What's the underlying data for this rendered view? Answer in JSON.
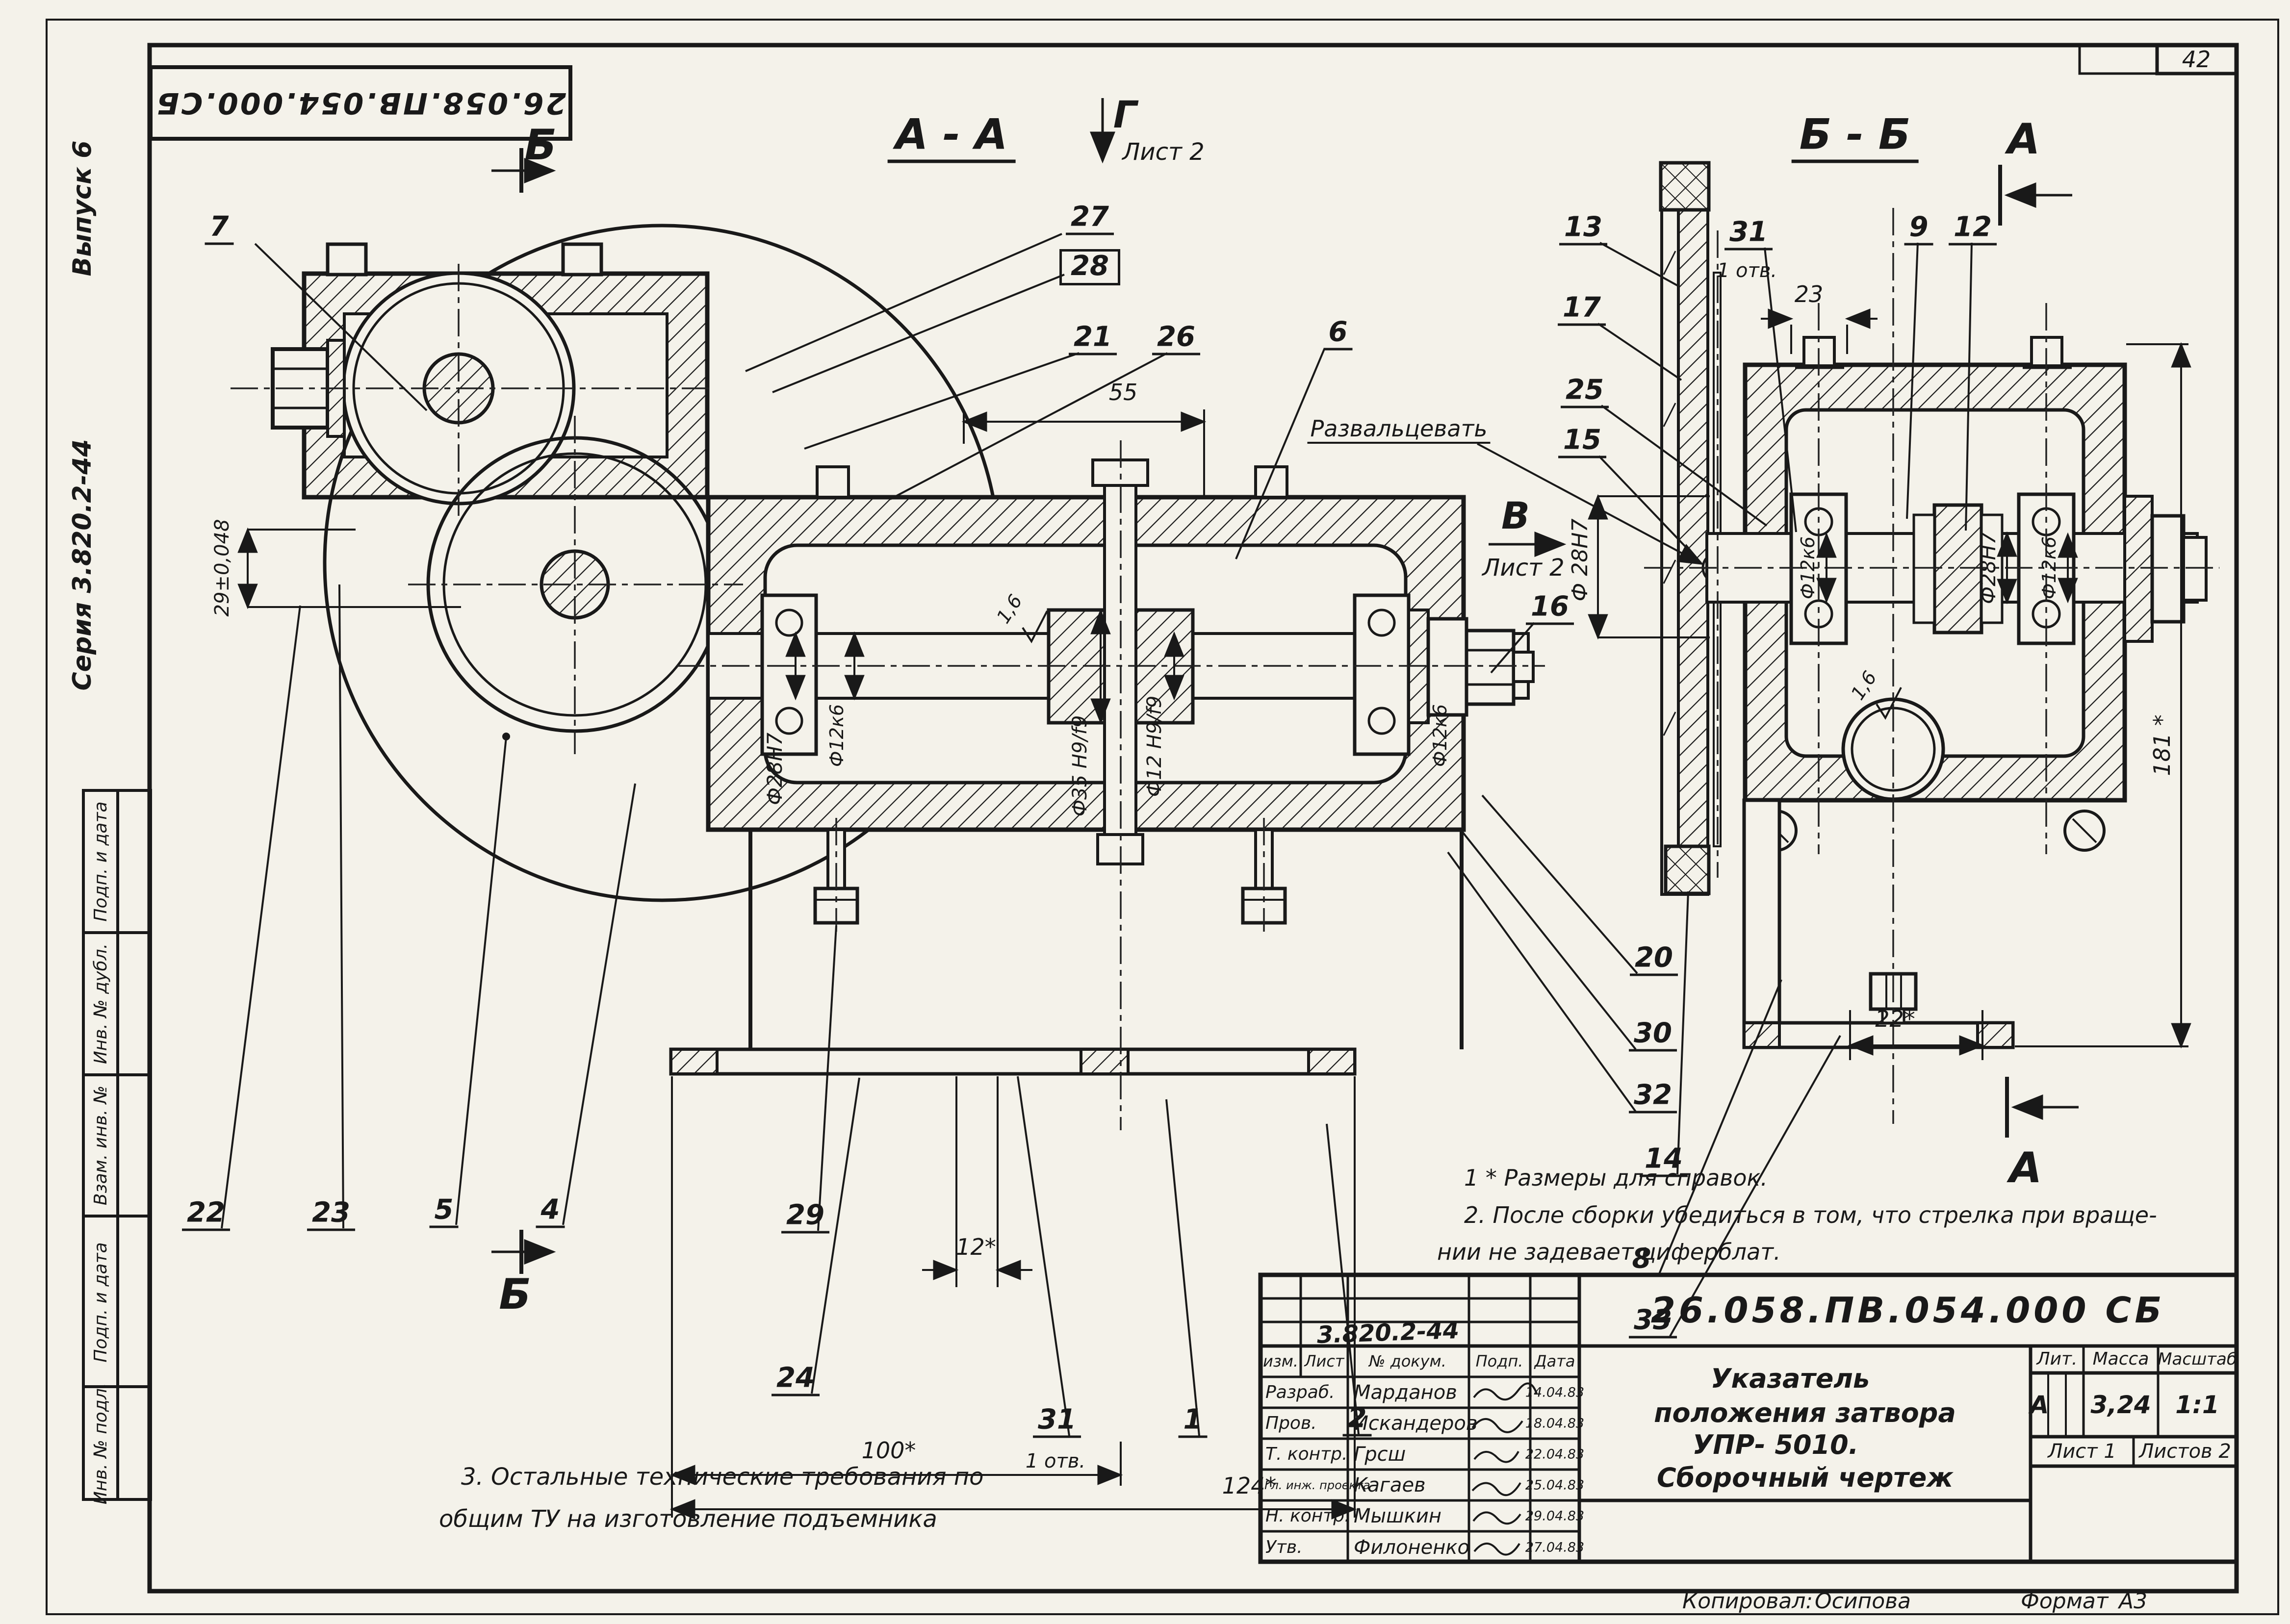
{
  "page_number": "42",
  "edge": {
    "doc_flipped": "26.058.ПВ.054.000.СБ",
    "issue": "Выпуск 6",
    "series": "Серия 3.820.2-44",
    "stamps": [
      "Подп. и дата",
      "Инв. № дубл.",
      "Взам. инв. №",
      "Подп. и дата",
      "Инв. № подл."
    ]
  },
  "marks": {
    "aa": "А - А",
    "bb": "Б - Б",
    "a": "А",
    "b": "Б",
    "v": "В",
    "g": "Г",
    "sheet2": "Лист 2"
  },
  "callouts": {
    "1": "1",
    "2": "2",
    "4": "4",
    "5": "5",
    "6": "6",
    "7": "7",
    "8": "8",
    "9": "9",
    "12": "12",
    "13": "13",
    "14": "14",
    "15": "15",
    "16": "16",
    "17": "17",
    "20": "20",
    "21": "21",
    "22": "22",
    "23": "23",
    "24": "24",
    "25": "25",
    "26": "26",
    "27": "27",
    "28": "28",
    "29": "29",
    "30": "30",
    "31": "31",
    "32": "32",
    "33": "33",
    "hole_note": "1 отв."
  },
  "dims": {
    "d55": "55",
    "d29": "29±0,048",
    "d12": "12*",
    "d100": "100*",
    "d124": "124*",
    "d23": "23",
    "d22": "22*",
    "d181": "181 *",
    "f28h7": "Ф28Н7",
    "f28h7_sp": "Ф 28Н7",
    "f12k6": "Ф12к6",
    "f35": "Ф35 H9/f9",
    "f12n": "Ф12 H9/f9",
    "r16": "1,6"
  },
  "ann": {
    "rivet": "Развальцевать"
  },
  "notes": {
    "n1": "1 *  Размеры для справок.",
    "n2a": "2.  После сборки убедиться в том, что стрелка при враще-",
    "n2b": "нии не задевает   циферблат.",
    "n3a": "3.   Остальные  технические  требования  по",
    "n3b": "общим  ТУ  на  изготовление  подъемника"
  },
  "title_block": {
    "doc_number": "26.058.ПВ.054.000 СБ",
    "doc_number_hand": "3.820.2-44",
    "title_l1": "Указатель",
    "title_l2": "положения затвора",
    "title_l3": "УПР- 5010.",
    "title_l4": "Сборочный чертеж",
    "h_izm": "изм.",
    "h_list": "Лист",
    "h_doc": "№ докум.",
    "h_sign": "Подп.",
    "h_date": "Дата",
    "lit_h": "Лит.",
    "mass_h": "Масса",
    "scale_h": "Масштаб",
    "lit": "А",
    "mass": "3,24",
    "scale": "1:1",
    "sheet": "Лист 1",
    "sheets": "Листов 2",
    "rows": [
      {
        "role": "Разраб.",
        "name": "Марданов",
        "date": "14.04.83"
      },
      {
        "role": "Пров.",
        "name": "Искандеров",
        "date": "18.04.83"
      },
      {
        "role": "Т. контр.",
        "name": "Грсш",
        "date": "22.04.83"
      },
      {
        "role": "Гл. инж. проекта",
        "name": "Кагаев",
        "date": "25.04.83"
      },
      {
        "role": "Н. контр.",
        "name": "Мышкин",
        "date": "29.04.83"
      },
      {
        "role": "Утв.",
        "name": "Филоненко",
        "date": "27.04.83"
      }
    ],
    "copied_label": "Копировал:",
    "copied_name": "Осипова",
    "format_label": "Формат",
    "format_value": "А3"
  }
}
